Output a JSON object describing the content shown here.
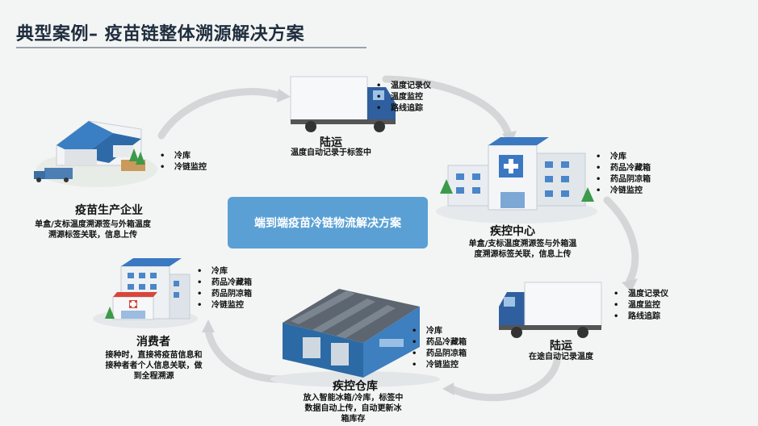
{
  "page": {
    "title": "典型案例– 疫苗链整体溯源解决方案"
  },
  "center": {
    "label": "端到端疫苗冷链物流解决方案"
  },
  "nodes": {
    "producer": {
      "title": "疫苗生产企业",
      "desc": "单盒/支标温度溯源签与外箱温度溯源标签关联，信息上传",
      "features": [
        "冷库",
        "冷链监控"
      ]
    },
    "land_top": {
      "title": "陆运",
      "desc": "温度自动记录于标签中",
      "features": [
        "温度记录仪",
        "温度监控",
        "路线追踪"
      ]
    },
    "cdc_center": {
      "title": "疾控中心",
      "desc": "单盒/支标温度溯源签与外箱温度溯源标签关联，信息上传",
      "features": [
        "冷库",
        "药品冷藏箱",
        "药品阴凉箱",
        "冷链监控"
      ]
    },
    "land_right": {
      "title": "陆运",
      "desc": "在途自动记录温度",
      "features": [
        "温度记录仪",
        "温度监控",
        "路线追踪"
      ]
    },
    "cdc_warehouse": {
      "title": "疾控仓库",
      "desc": "放入智能冰箱/冷库，标签中数据自动上传，自动更新冰箱库存",
      "features": [
        "冷库",
        "药品冷藏箱",
        "药品阴凉箱",
        "冷链监控"
      ]
    },
    "consumer": {
      "title": "消费者",
      "desc": "接种时，直接将疫苗信息和接种者者个人信息关联，做到全程溯源",
      "features": [
        "冷库",
        "药品冷藏箱",
        "药品阴凉箱",
        "冷链监控"
      ]
    }
  },
  "colors": {
    "accent": "#5aa0d4",
    "title": "#1f2d3d",
    "arrow": "#d3d5d7"
  },
  "icons": [
    "factory-icon",
    "truck-icon",
    "hospital-icon",
    "warehouse-icon",
    "clinic-icon"
  ]
}
